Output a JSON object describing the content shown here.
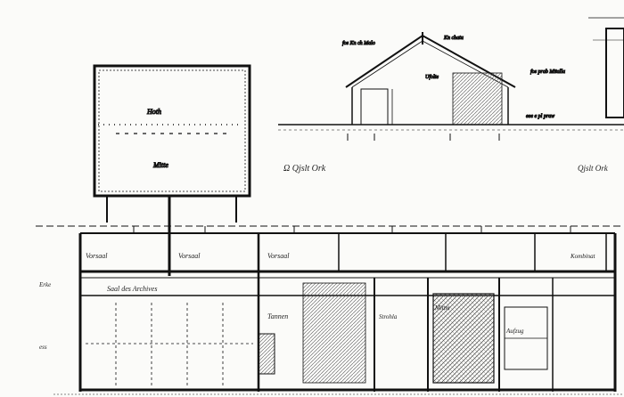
{
  "drawing": {
    "section_title": "Ω  Qjslt Ork",
    "section_title_right": "Qjslt Ork",
    "labels": {
      "roof_left": "fos Kn ch Malo",
      "roof_right": "Kn chatu",
      "attic": "Ufolte",
      "side_note": "fos prab Mitalla",
      "ground_note": "eee e pl praw",
      "upper_room_1": "Hoth",
      "upper_room_2": "Mitte",
      "corridor_1": "Vorsaal",
      "corridor_2": "Vorsaal",
      "corridor_3": "Vorsaal",
      "hall_caption": "Saal des Archives",
      "room_1": "Tannen",
      "room_2": "Strohla",
      "room_3": "Mittm",
      "room_4": "Aufzug",
      "corner_right": "Kombinat",
      "left_margin_1": "Erke",
      "left_margin_2": "ess"
    }
  }
}
